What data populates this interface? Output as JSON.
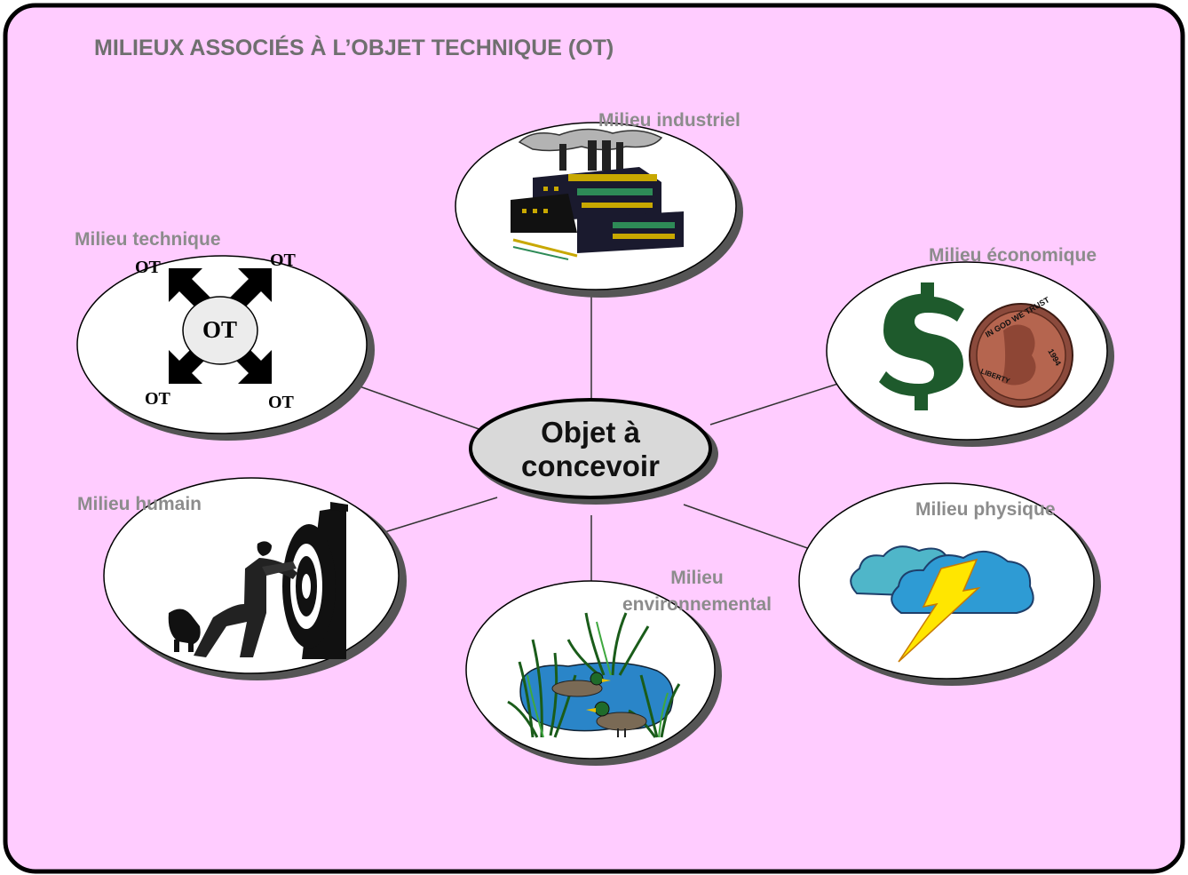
{
  "title": "MILIEUX ASSOCIÉS À L’OBJET TECHNIQUE (OT)",
  "center": {
    "line1": "Objet à",
    "line2": "concevoir"
  },
  "milieux": {
    "industriel": "Milieu industriel",
    "economique": "Milieu économique",
    "physique": "Milieu physique",
    "environnemental_1": "Milieu",
    "environnemental_2": "environnemental",
    "humain": "Milieu humain",
    "technique": "Milieu technique"
  },
  "ot_labels": {
    "tl": "OT",
    "tr": "OT",
    "center": "OT",
    "bl": "OT",
    "br": "OT"
  },
  "coin_text": {
    "motto": "IN GOD WE TRUST",
    "liberty": "LIBERTY",
    "year": "1994"
  },
  "icons": [
    "factory-icon",
    "dollar-coin-icon",
    "storm-cloud-icon",
    "pond-ducks-icon",
    "mechanic-tire-icon",
    "ot-arrows-icon"
  ],
  "colors": {
    "background": "#ffccff",
    "border": "#000000",
    "bubble": "#ffffff",
    "center_bubble": "#d9d9d9",
    "label": "#8c8c8c",
    "title": "#6f6f6f"
  }
}
